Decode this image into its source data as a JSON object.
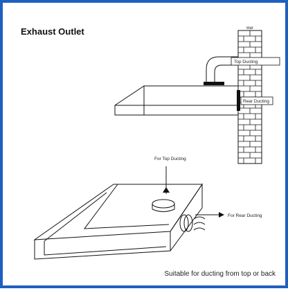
{
  "title": "Exhaust Outlet",
  "wall_label": "Wall",
  "labels": {
    "top_ducting": "Top Ducting",
    "rear_ducting": "Rear Ducting",
    "for_top_ducting": "For Top Ducting",
    "for_rear_ducting": "For Rear Ducting"
  },
  "caption": "Suitable for ducting from top or back",
  "colors": {
    "border": "#1f5fbf",
    "line": "#111111"
  }
}
